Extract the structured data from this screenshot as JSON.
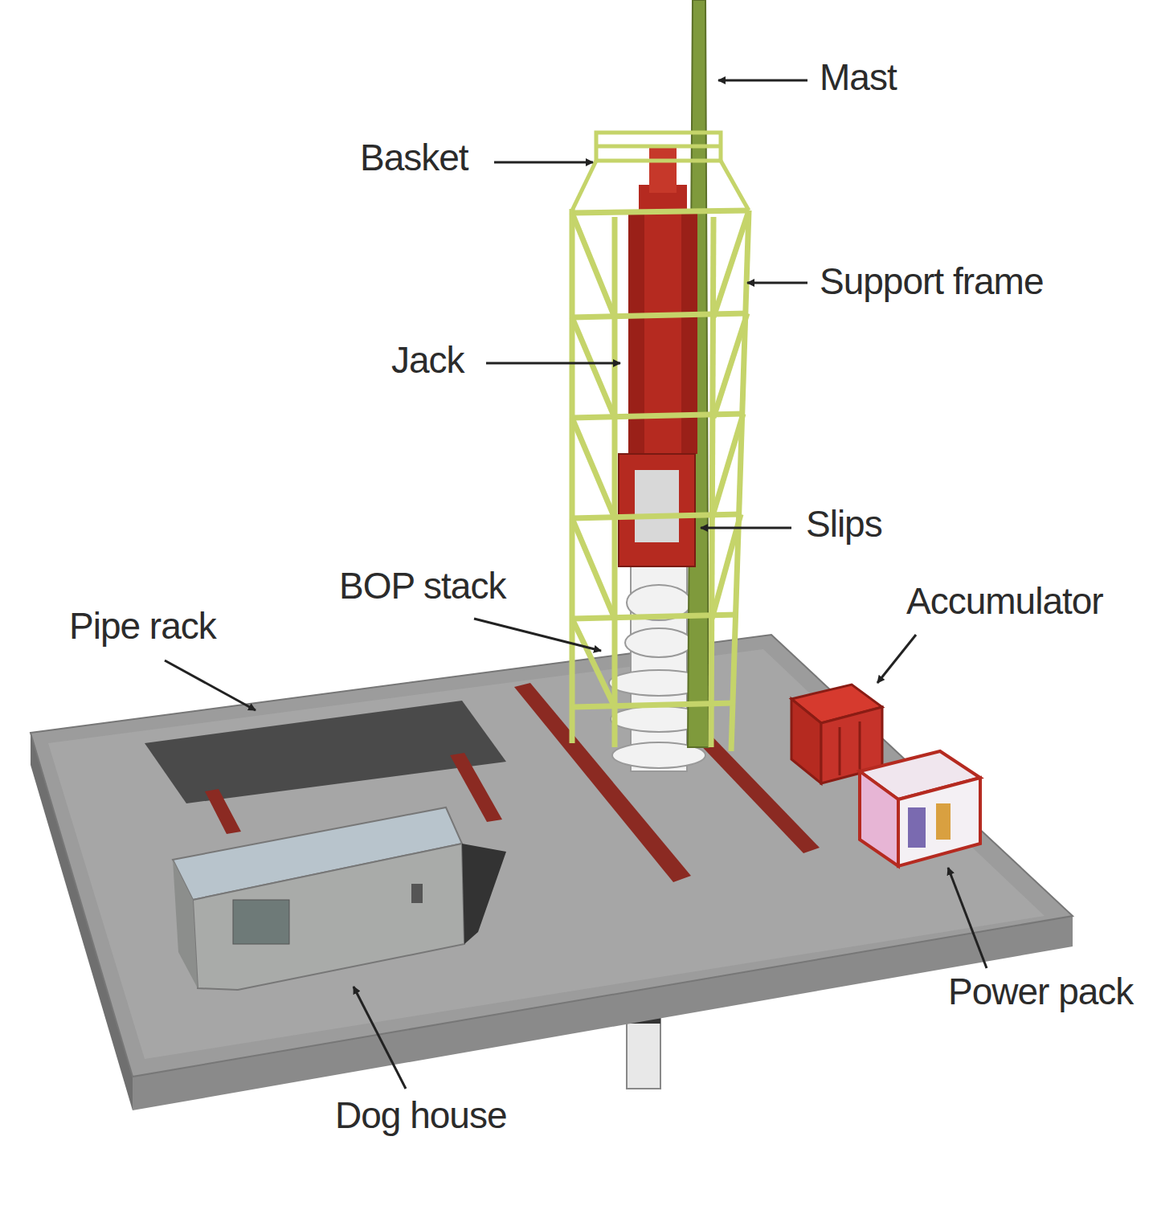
{
  "diagram": {
    "labels": [
      "Mast",
      "Basket",
      "Support frame",
      "Jack",
      "Slips",
      "BOP stack",
      "Accumulator",
      "Pipe rack",
      "Power pack",
      "Dog house"
    ]
  }
}
